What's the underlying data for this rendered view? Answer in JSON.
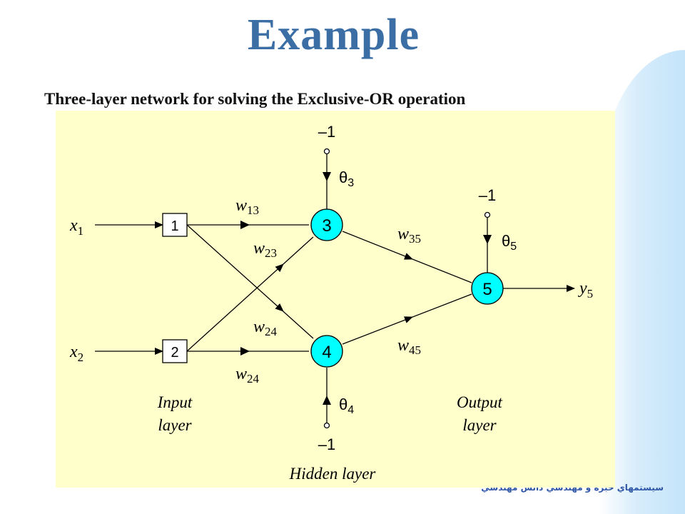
{
  "slide": {
    "title": "Example",
    "subtitle": "Three-layer network for solving the Exclusive-OR operation",
    "footer": "سیستمهاي خبره و مهندسي دانش مهندسي"
  },
  "diagram": {
    "inputs": {
      "x1": {
        "var": "x",
        "sub": "1"
      },
      "x2": {
        "var": "x",
        "sub": "2"
      }
    },
    "input_nodes": {
      "n1": "1",
      "n2": "2"
    },
    "hidden_nodes": {
      "n3": "3",
      "n4": "4"
    },
    "output_node": {
      "n5": "5"
    },
    "output": {
      "var": "y",
      "sub": "5"
    },
    "weights": {
      "w13": {
        "var": "w",
        "sub": "13"
      },
      "w23": {
        "var": "w",
        "sub": "23"
      },
      "w24_upper": {
        "var": "w",
        "sub": "24"
      },
      "w24_lower": {
        "var": "w",
        "sub": "24"
      },
      "w35": {
        "var": "w",
        "sub": "35"
      },
      "w45": {
        "var": "w",
        "sub": "45"
      }
    },
    "thresholds": {
      "theta3": {
        "sym": "θ",
        "sub": "3",
        "bias": "–1"
      },
      "theta4": {
        "sym": "θ",
        "sub": "4",
        "bias": "–1"
      },
      "theta5": {
        "sym": "θ",
        "sub": "5",
        "bias": "–1"
      }
    },
    "layer_labels": {
      "input": [
        "Input",
        "layer"
      ],
      "hidden": "Hidden layer",
      "output": [
        "Output",
        "layer"
      ]
    },
    "colors": {
      "panel": "#ffffcc",
      "neuron_fill": "#00ffff",
      "title": "#3a6ea5",
      "line": "#000000"
    }
  }
}
